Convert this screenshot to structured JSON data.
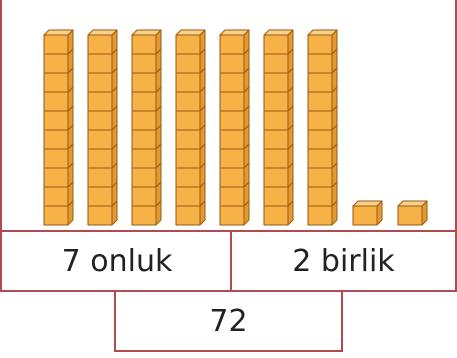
{
  "colors": {
    "cube_front": "#f6b246",
    "cube_top": "#fbd08a",
    "cube_side": "#e39a2f",
    "cube_edge": "#9a5a12",
    "frame_border": "#b34a4f"
  },
  "blocks": {
    "tens_rods": 7,
    "cubes_per_rod": 10,
    "unit_cubes": 2
  },
  "labels": {
    "tens": "7 onluk",
    "ones": "2 birlik",
    "total": "72"
  }
}
